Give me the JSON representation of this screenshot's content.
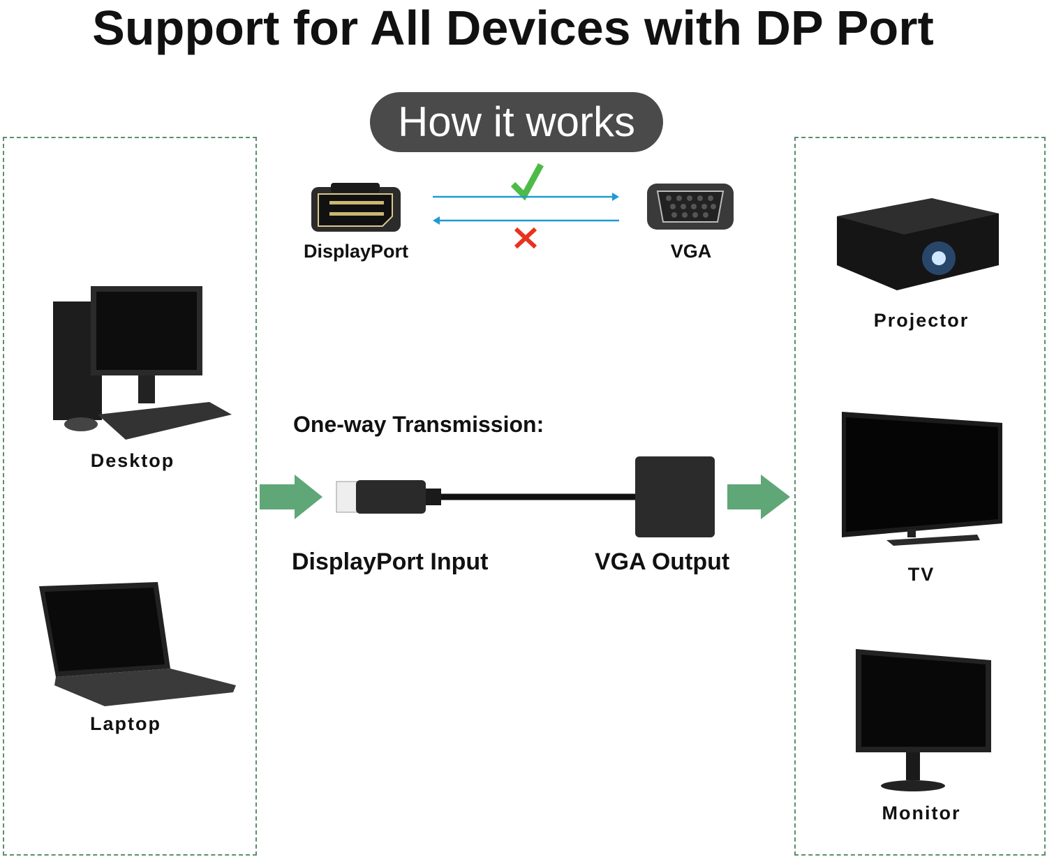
{
  "title": "Support for All Devices with DP Port",
  "how_it_works": {
    "label": "How it works",
    "source": "DisplayPort",
    "target": "VGA",
    "forward_status": "check",
    "reverse_status": "cross",
    "colors": {
      "arrow": "#1e9ad6",
      "check": "#4cbb47",
      "cross": "#e8321e"
    }
  },
  "input_devices": [
    {
      "label": "Desktop"
    },
    {
      "label": "Laptop"
    }
  ],
  "output_devices": [
    {
      "label": "Projector"
    },
    {
      "label": "TV"
    },
    {
      "label": "Monitor"
    }
  ],
  "transmission": {
    "heading": "One-way Transmission:",
    "input_label": "DisplayPort Input",
    "output_label": "VGA Output",
    "arrow_color": "#5fa777"
  }
}
